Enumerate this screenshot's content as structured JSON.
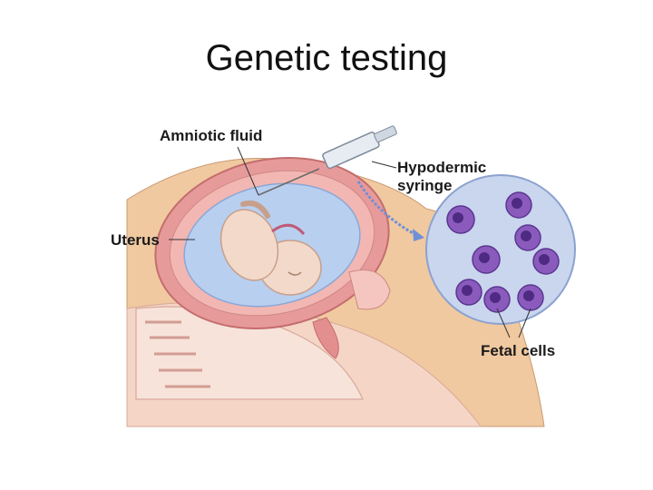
{
  "slide": {
    "title": "Genetic testing"
  },
  "diagram": {
    "labels": {
      "amniotic_fluid": "Amniotic fluid",
      "hypodermic_line1": "Hypodermic",
      "hypodermic_line2": "syringe",
      "uterus": "Uterus",
      "fetal_cells": "Fetal cells"
    },
    "colors": {
      "skin": "#f0c9a0",
      "uterus_wall": "#e79a9a",
      "amniotic_fluid": "#b8cff0",
      "fetus": "#f3d9c9",
      "cell_body": "#8a5bbd",
      "cell_nucleus": "#4e2a83",
      "magnifier_bg": "#c9d6ee",
      "arrow": "#6f8fd6"
    },
    "icons": [
      "syringe-icon",
      "fetus-illustration",
      "magnified-cells-circle"
    ]
  }
}
